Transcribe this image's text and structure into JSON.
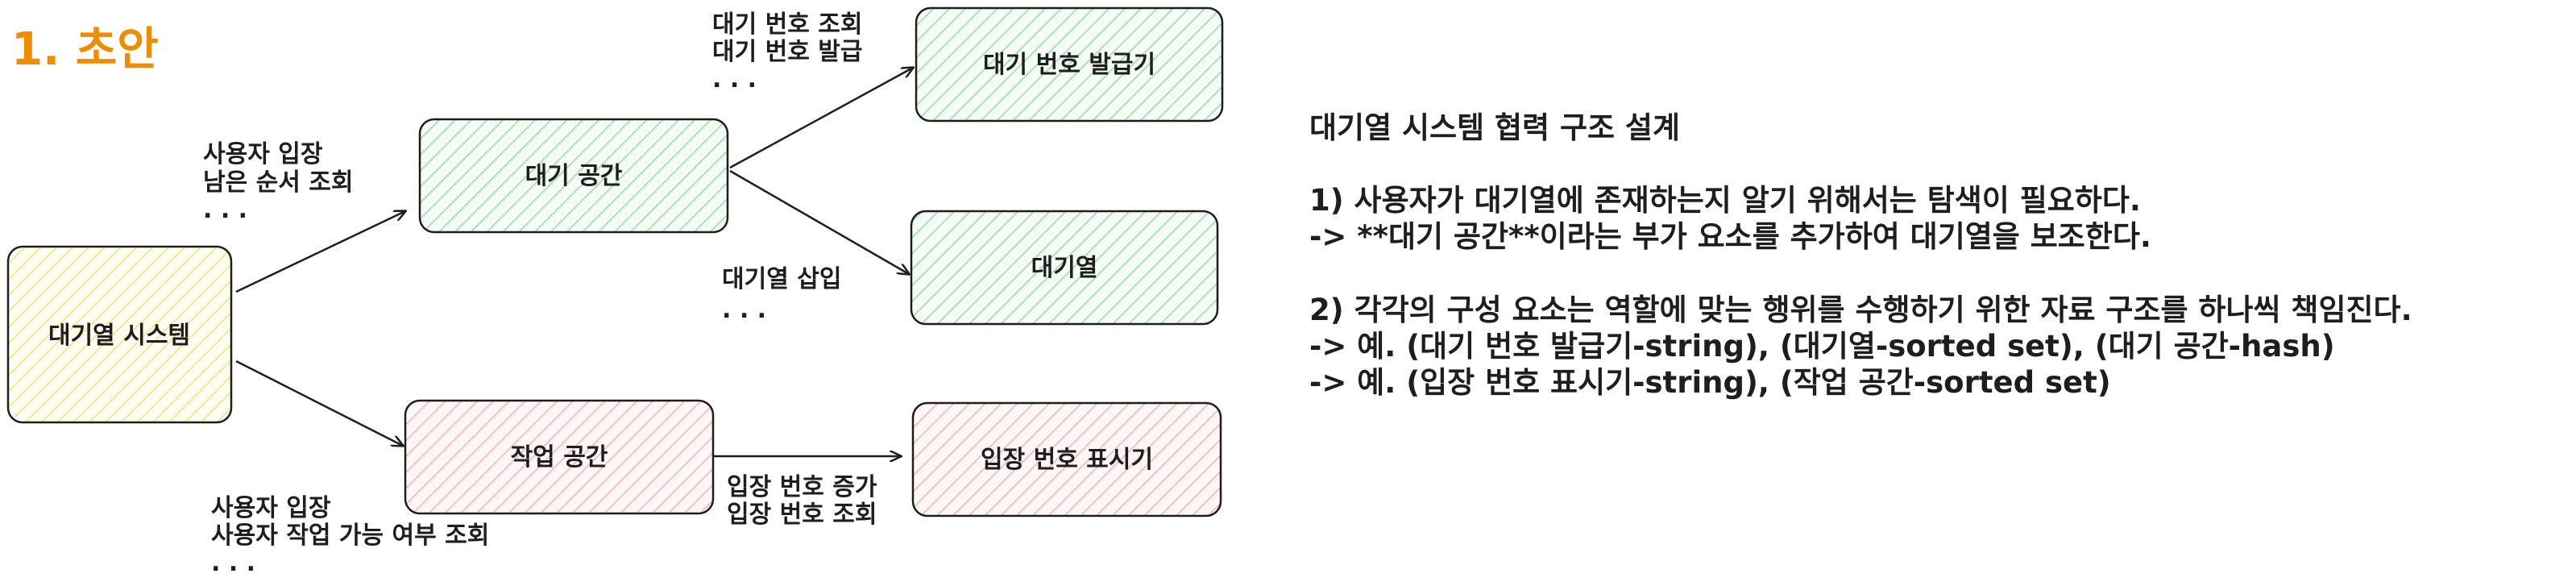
{
  "heading": "1. 초안",
  "colors": {
    "heading": "#f08c00",
    "yellow_stroke": "#e9d54c",
    "yellow_fill": "#fff5a8",
    "green_stroke": "#3fc07a",
    "green_fill": "#b2f2bb",
    "red_stroke": "#f0a0a8",
    "red_fill": "#ffc9c9",
    "border": "#1e1e1e"
  },
  "nodes": {
    "queue_system": "대기열 시스템",
    "waiting_space": "대기 공간",
    "work_space": "작업 공간",
    "ticket_issuer": "대기 번호 발급기",
    "queue": "대기열",
    "entry_display": "입장 번호 표시기"
  },
  "edge_labels": {
    "to_waiting_space": [
      "사용자 입장",
      "남은 순서 조회",
      ". . ."
    ],
    "to_ticket_issuer": [
      "대기 번호 조회",
      "대기 번호 발급",
      ". . ."
    ],
    "to_queue": [
      "대기열 삽입",
      ". . ."
    ],
    "to_work_space": [
      "사용자 입장",
      "사용자 작업 가능 여부 조회",
      ". . ."
    ],
    "to_entry_display": [
      "입장 번호 증가",
      "입장 번호 조회"
    ]
  },
  "notes": {
    "title": "대기열 시스템 협력 구조 설계",
    "point1": [
      "1) 사용자가 대기열에 존재하는지 알기 위해서는 탐색이 필요하다.",
      "-> **대기 공간**이라는 부가 요소를 추가하여 대기열을 보조한다."
    ],
    "point2": [
      "2) 각각의 구성 요소는 역할에 맞는 행위를 수행하기 위한 자료 구조를 하나씩 책임진다.",
      "-> 예. (대기 번호 발급기-string), (대기열-sorted set), (대기 공간-hash)",
      "-> 예. (입장 번호 표시기-string), (작업 공간-sorted set)"
    ]
  }
}
